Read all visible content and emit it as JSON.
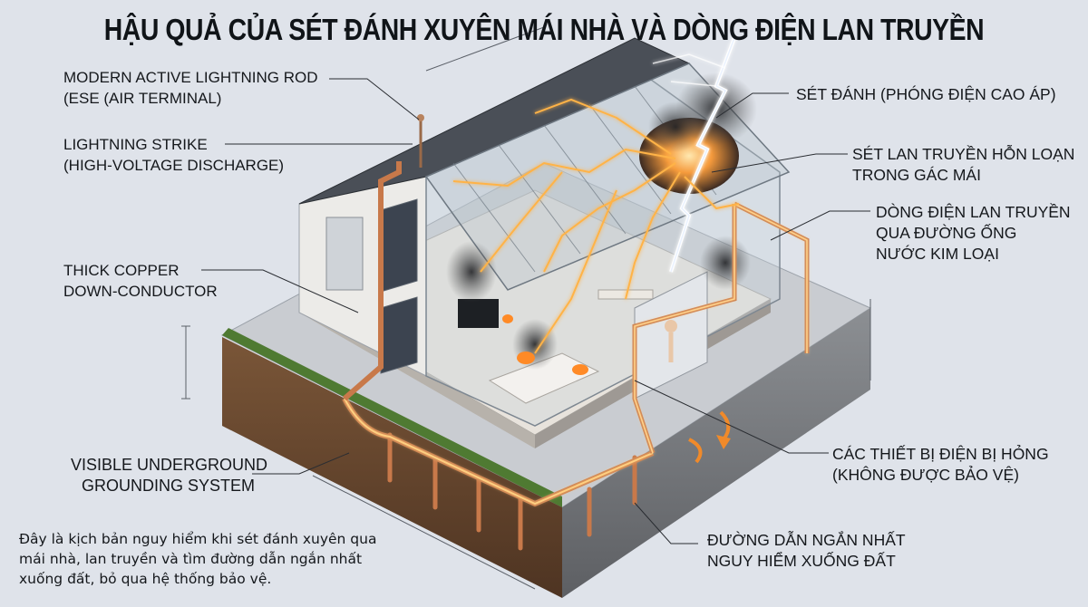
{
  "title": "HẬU QUẢ CỦA SÉT ĐÁNH XUYÊN MÁI NHÀ VÀ DÒNG ĐIỆN LAN TRUYỀN",
  "left_labels": [
    {
      "id": "lightning-rod",
      "lines": [
        "MODERN ACTIVE LIGHTNING ROD",
        "(ESE (AIR TERMINAL)"
      ]
    },
    {
      "id": "lightning-strike-en",
      "lines": [
        "LIGHTNING STRIKE",
        "(HIGH-VOLTAGE DISCHARGE)"
      ]
    },
    {
      "id": "down-conductor",
      "lines": [
        "THICK COPPER",
        "DOWN-CONDUCTOR"
      ]
    },
    {
      "id": "grounding-system",
      "lines": [
        "VISIBLE UNDERGROUND",
        "GROUNDING SYSTEM"
      ]
    }
  ],
  "right_labels": [
    {
      "id": "set-danh",
      "lines": [
        "SÉT ĐÁNH (PHÓNG ĐIỆN CAO ÁP)"
      ]
    },
    {
      "id": "set-lan-truyen",
      "lines": [
        "SÉT LAN TRUYỀN HỖN LOẠN",
        "TRONG GÁC MÁI"
      ]
    },
    {
      "id": "dong-dien-ong-nuoc",
      "lines": [
        "DÒNG ĐIỆN LAN TRUYỀN",
        "QUA ĐƯỜNG ỐNG",
        "NƯỚC KIM LOẠI"
      ]
    },
    {
      "id": "thiet-bi-hong",
      "lines": [
        "CÁC THIẾT BỊ ĐIỆN BỊ HỎNG",
        "(KHÔNG ĐƯỢC BẢO VỆ)"
      ]
    },
    {
      "id": "duong-dan-ngan",
      "lines": [
        "ĐƯỜNG DẪN NGẮN NHẤT",
        "NGUY HIỂM XUỐNG ĐẤT"
      ]
    }
  ],
  "note": "Đây là kịch bản nguy hiểm khi sét đánh xuyên qua mái nhà, lan truyền và tìm đường dẫn ngắn nhất xuống đất, bỏ qua hệ thống bảo vệ.",
  "colors": {
    "background": "#dfe3ea",
    "soil": "#6b4a30",
    "grass": "#4f7a32",
    "copper": "#c8794a",
    "current_glow": "#ffb347",
    "roof": "#4a4f57",
    "smoke": "#2e2f33"
  }
}
